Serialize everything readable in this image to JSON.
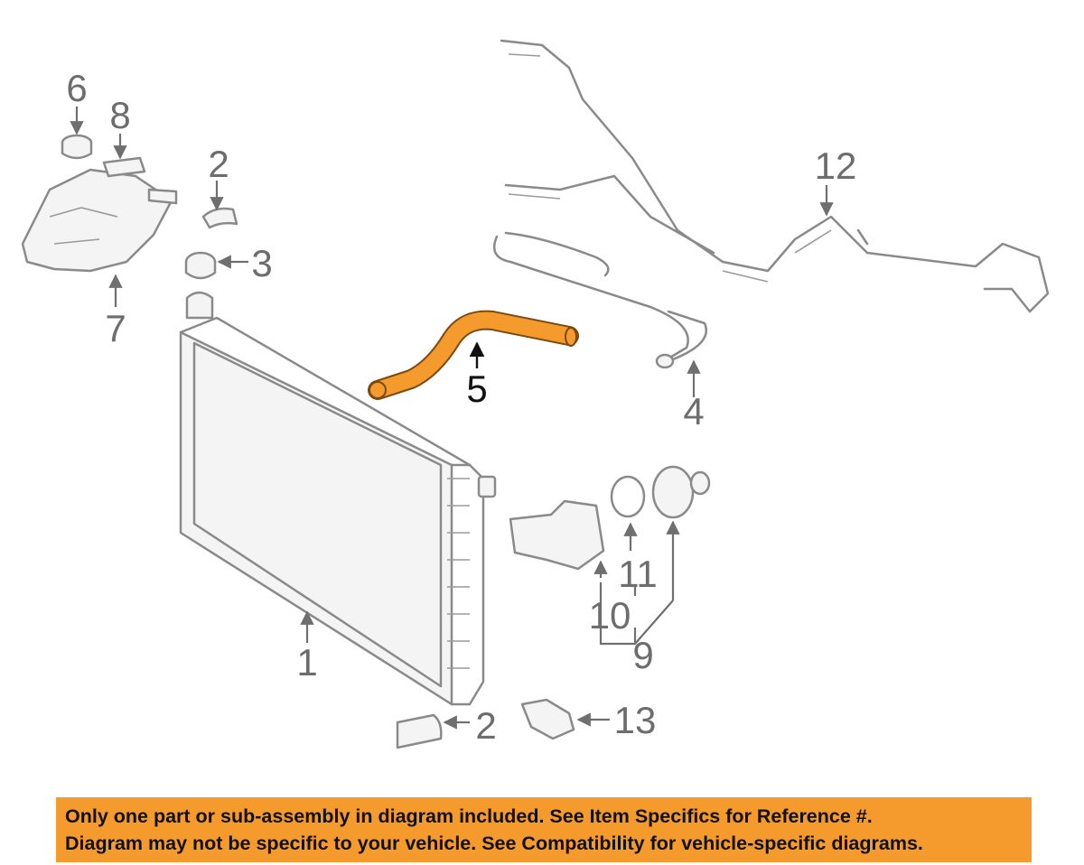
{
  "diagram": {
    "highlight_color": "#f59a2c",
    "highlighted_part": "5",
    "callouts": {
      "c1": "1",
      "c2_top": "2",
      "c2_bottom": "2",
      "c3": "3",
      "c4": "4",
      "c5": "5",
      "c6": "6",
      "c7": "7",
      "c8": "8",
      "c9": "9",
      "c10": "10",
      "c11": "11",
      "c12": "12",
      "c13": "13"
    }
  },
  "disclaimer": {
    "background": "#f59a2c",
    "line1": "Only one part or sub-assembly in diagram included. See Item Specifics for Reference #.",
    "line2": "Diagram may not be specific to your vehicle. See Compatibility for vehicle-specific diagrams."
  }
}
